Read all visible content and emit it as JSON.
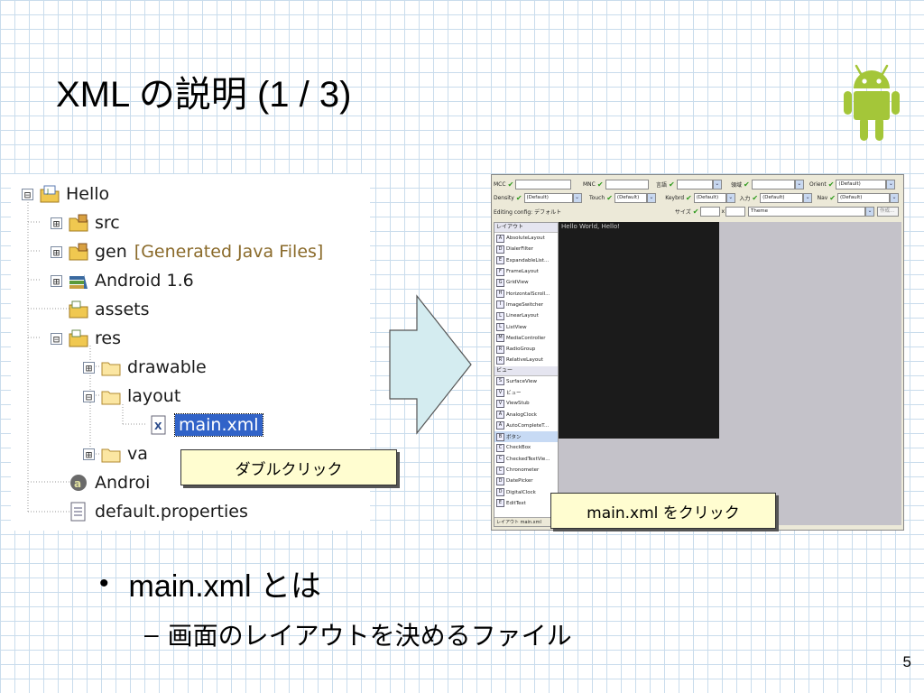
{
  "slide": {
    "title": "XML の説明 (1 / 3)",
    "page_number": "5"
  },
  "tree": {
    "items": [
      {
        "label": "Hello",
        "icon": "project-icon",
        "expander": "⊟"
      },
      {
        "label": "src",
        "icon": "package-folder-icon",
        "expander": "⊞"
      },
      {
        "label": "gen",
        "extra": "[Generated Java Files]",
        "icon": "package-folder-icon",
        "expander": "⊞"
      },
      {
        "label": "Android 1.6",
        "icon": "library-icon",
        "expander": "⊞"
      },
      {
        "label": "assets",
        "icon": "folder-icon",
        "expander": ""
      },
      {
        "label": "res",
        "icon": "folder-icon",
        "expander": "⊟"
      },
      {
        "label": "drawable",
        "icon": "folder-icon",
        "expander": "⊞"
      },
      {
        "label": "layout",
        "icon": "folder-icon",
        "expander": "⊟"
      },
      {
        "label": "main.xml",
        "icon": "xml-file-icon",
        "expander": ""
      },
      {
        "label": "va",
        "icon": "folder-icon",
        "expander": "⊞"
      },
      {
        "label": "Androi",
        "icon": "android-manifest-icon",
        "expander": ""
      },
      {
        "label": "default.properties",
        "icon": "properties-file-icon",
        "expander": ""
      }
    ]
  },
  "callouts": {
    "double_click": "ダブルクリック",
    "click_main": "main.xml をクリック"
  },
  "editor": {
    "row1": [
      {
        "label": "MCC",
        "value": ""
      },
      {
        "label": "MNC",
        "value": ""
      },
      {
        "label": "言語",
        "value": ""
      },
      {
        "label": "領域",
        "value": ""
      },
      {
        "label": "Orient",
        "value": "(Default)"
      }
    ],
    "row2": [
      {
        "label": "Density",
        "value": "(Default)"
      },
      {
        "label": "Touch",
        "value": "(Default)"
      },
      {
        "label": "Keybrd",
        "value": "(Default)"
      },
      {
        "label": "入力",
        "value": "(Default)"
      },
      {
        "label": "Nav",
        "value": "(Default)"
      }
    ],
    "row3": {
      "config_label": "Editing config: デフォルト",
      "size_label": "サイズ",
      "theme": "Theme",
      "create_button": "作成..."
    },
    "palette_layouts_header": "レイアウト",
    "palette_layouts": [
      {
        "key": "A",
        "label": "AbsoluteLayout"
      },
      {
        "key": "D",
        "label": "DialerFilter"
      },
      {
        "key": "E",
        "label": "ExpandableList..."
      },
      {
        "key": "F",
        "label": "FrameLayout"
      },
      {
        "key": "G",
        "label": "GridView"
      },
      {
        "key": "H",
        "label": "HorizontalScroll..."
      },
      {
        "key": "I",
        "label": "ImageSwitcher"
      },
      {
        "key": "L",
        "label": "LinearLayout"
      },
      {
        "key": "L",
        "label": "ListView"
      },
      {
        "key": "M",
        "label": "MediaController"
      },
      {
        "key": "R",
        "label": "RadioGroup"
      },
      {
        "key": "R",
        "label": "RelativeLayout"
      }
    ],
    "palette_views_header": "ビュー",
    "palette_views": [
      {
        "key": "S",
        "label": "SurfaceView"
      },
      {
        "key": "V",
        "label": "ビュー"
      },
      {
        "key": "V",
        "label": "ViewStub"
      },
      {
        "key": "A",
        "label": "AnalogClock"
      },
      {
        "key": "A",
        "label": "AutoCompleteT..."
      },
      {
        "key": "B",
        "label": "ボタン"
      },
      {
        "key": "C",
        "label": "CheckBox"
      },
      {
        "key": "C",
        "label": "CheckedTextVie..."
      },
      {
        "key": "C",
        "label": "Chronometer"
      },
      {
        "key": "D",
        "label": "DatePicker"
      },
      {
        "key": "D",
        "label": "DigitalClock"
      },
      {
        "key": "E",
        "label": "EditText"
      }
    ],
    "palette_footer": "レイアウト  main.xml",
    "screen_text": "Hello World, Hello!"
  },
  "bullets": {
    "level1": "main.xml とは",
    "level2": "画面のレイアウトを決めるファイル",
    "bullet_char": "•",
    "dash_char": "–"
  },
  "colors": {
    "grid": "#c9dcec",
    "android_green": "#a4c639",
    "selection": "#3163c8",
    "callout_bg": "#fffdd0",
    "arrow_fill": "#d4ecf0"
  }
}
